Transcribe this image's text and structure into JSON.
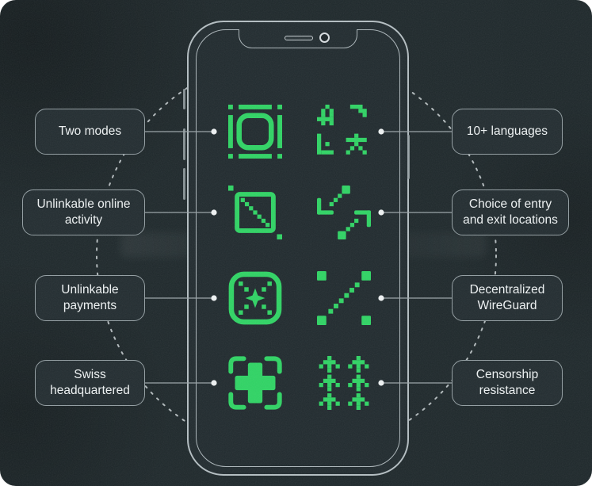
{
  "theme": {
    "background": "#1e282b",
    "accent_green": "#2fd464",
    "box_border": "#939ea2",
    "connector_line": "#9aa4a8",
    "connector_dot": "#eef2f3",
    "dashed_circle": "#ccd4d6",
    "text_color": "#f0f4f5"
  },
  "phone": {
    "elements": [
      "notch",
      "speaker-grille",
      "camera-lens",
      "side-buttons"
    ]
  },
  "features": {
    "left": [
      {
        "label": "Two modes",
        "icon": "two-modes-icon"
      },
      {
        "label": "Unlinkable online activity",
        "icon": "unlinkable-activity-icon"
      },
      {
        "label": "Unlinkable payments",
        "icon": "unlinkable-payments-icon"
      },
      {
        "label": "Swiss headquartered",
        "icon": "swiss-cross-icon"
      }
    ],
    "right": [
      {
        "label": "10+ languages",
        "icon": "languages-icon"
      },
      {
        "label": "Choice of entry and exit locations",
        "icon": "entry-exit-arrows-icon"
      },
      {
        "label": "Decentralized WireGuard",
        "icon": "decentralized-wireguard-icon"
      },
      {
        "label": "Censorship resistance",
        "icon": "censorship-trees-icon"
      }
    ]
  }
}
